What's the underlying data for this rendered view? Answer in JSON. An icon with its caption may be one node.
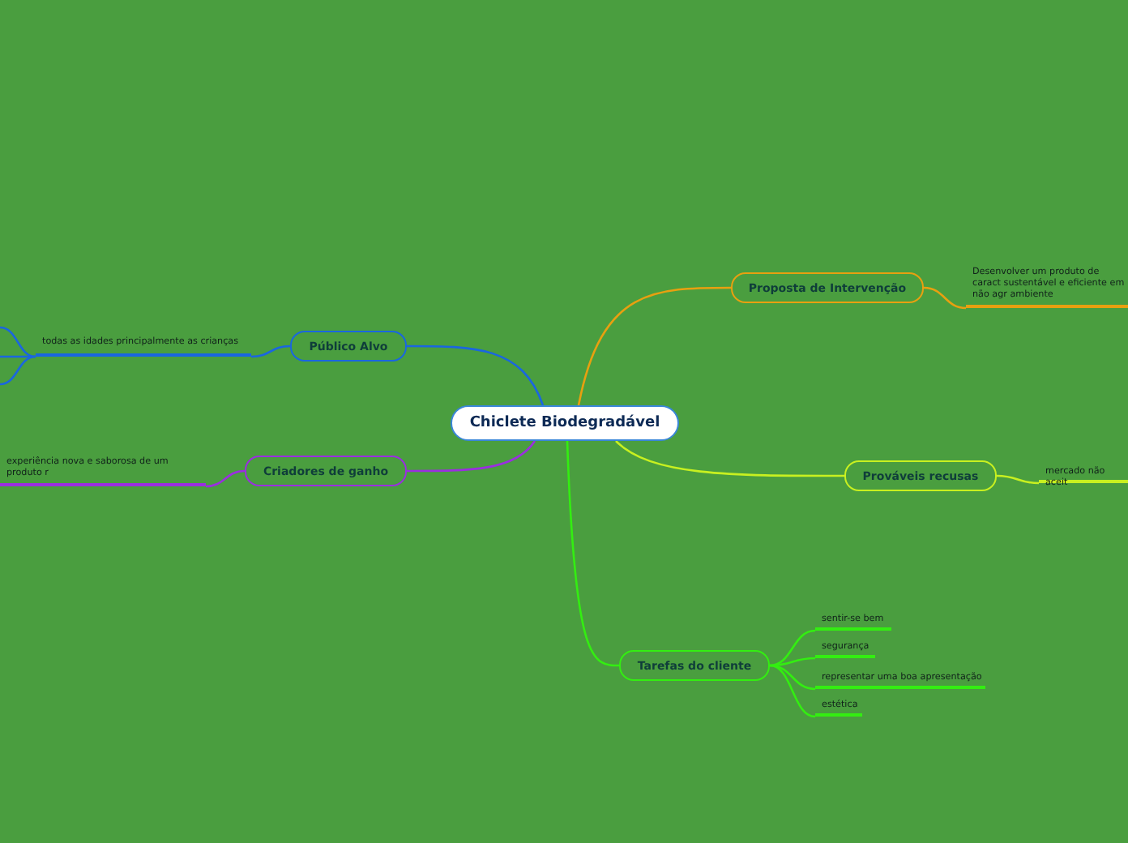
{
  "diagram": {
    "nodes": [
      {
        "text": [
          "Chiclete Biodegradável"
        ]
      },
      {
        "text": [
          "Proposta de Intervenção"
        ]
      },
      {
        "text": [
          "Desenvolver um produto de caract sustentável e eficiente em não agr ambiente"
        ]
      },
      {
        "text": [
          "Prováveis recusas"
        ]
      },
      {
        "text": [
          "mercado não aceit"
        ]
      },
      {
        "text": [
          "Tarefas do cliente"
        ]
      },
      {
        "text": [
          "sentir-se bem"
        ]
      },
      {
        "text": [
          "segurança"
        ]
      },
      {
        "text": [
          "representar uma boa apresentação"
        ]
      },
      {
        "text": [
          "estética"
        ]
      },
      {
        "text": [
          "Público Alvo"
        ]
      },
      {
        "text": [
          "todas as idades principalmente as crianças"
        ]
      },
      {
        "text": [
          "Criadores de ganho"
        ]
      },
      {
        "text": [
          "experiência nova e saborosa de um produto r"
        ]
      }
    ],
    "edges": [
      {
        "from": 0,
        "to": 1,
        "arrow": "none",
        "color": "#e8a010"
      },
      {
        "from": 1,
        "to": 2,
        "arrow": "none",
        "color": "#e8a010"
      },
      {
        "from": 0,
        "to": 3,
        "arrow": "none",
        "color": "#c8f020"
      },
      {
        "from": 3,
        "to": 4,
        "arrow": "none",
        "color": "#c8f020"
      },
      {
        "from": 0,
        "to": 5,
        "arrow": "none",
        "color": "#33ee11"
      },
      {
        "from": 5,
        "to": 6,
        "arrow": "none",
        "color": "#33ee11"
      },
      {
        "from": 5,
        "to": 7,
        "arrow": "none",
        "color": "#33ee11"
      },
      {
        "from": 5,
        "to": 8,
        "arrow": "none",
        "color": "#33ee11"
      },
      {
        "from": 5,
        "to": 9,
        "arrow": "none",
        "color": "#33ee11"
      },
      {
        "from": 0,
        "to": 10,
        "arrow": "none",
        "color": "#1a66e0"
      },
      {
        "from": 10,
        "to": 11,
        "arrow": "none",
        "color": "#1a66e0"
      },
      {
        "from": null,
        "to": 11,
        "arrow": "none",
        "color": "#1a66e0"
      },
      {
        "from": null,
        "to": 11,
        "arrow": "none",
        "color": "#1a66e0"
      },
      {
        "from": null,
        "to": 11,
        "arrow": "none",
        "color": "#1a66e0"
      },
      {
        "from": 0,
        "to": 12,
        "arrow": "none",
        "color": "#9a2ee0"
      },
      {
        "from": 12,
        "to": 13,
        "arrow": "none",
        "color": "#9a2ee0"
      }
    ]
  }
}
